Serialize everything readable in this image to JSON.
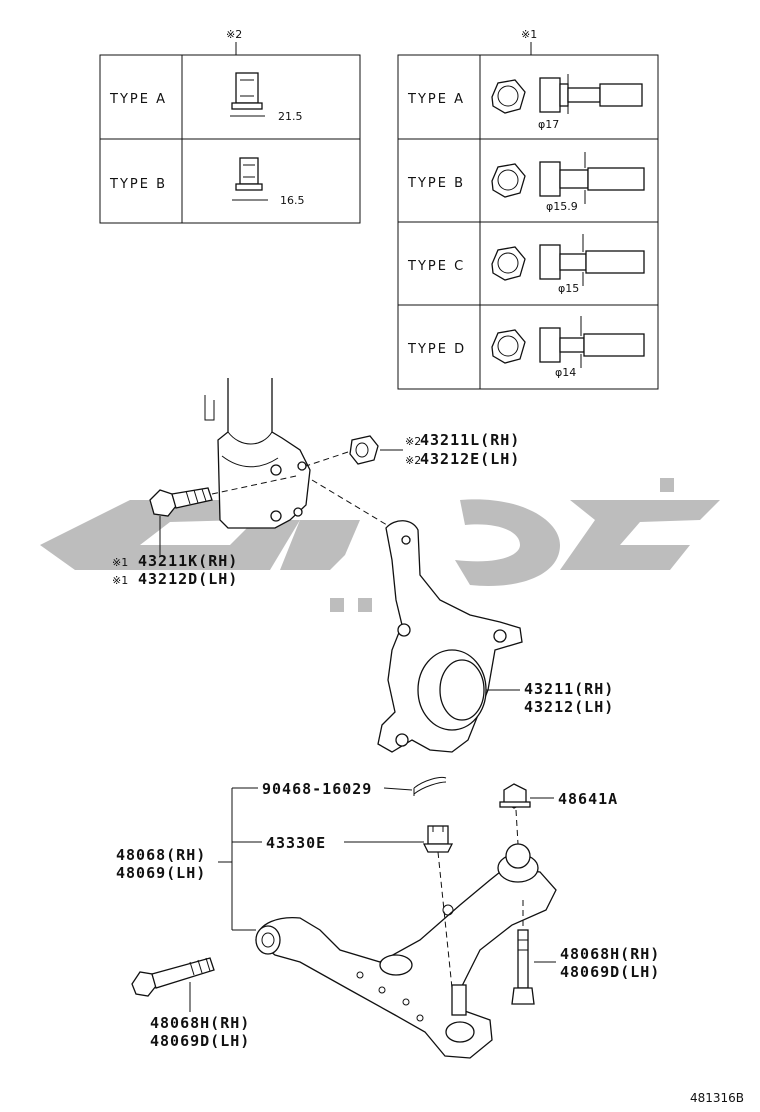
{
  "table_2": {
    "header": "※2",
    "rows": [
      {
        "type": "TYPE A",
        "dim": "21.5"
      },
      {
        "type": "TYPE B",
        "dim": "16.5"
      }
    ]
  },
  "table_1": {
    "header": "※1",
    "rows": [
      {
        "type": "TYPE A",
        "dim": "φ17"
      },
      {
        "type": "TYPE B",
        "dim": "φ15.9"
      },
      {
        "type": "TYPE C",
        "dim": "φ15"
      },
      {
        "type": "TYPE D",
        "dim": "φ14"
      }
    ]
  },
  "watermark": {
    "text": "",
    "color": "#bdbdbd"
  },
  "labels": {
    "nut_rh": "43211L(RH)",
    "nut_lh": "43212E(LH)",
    "nut_mark_rh": "※2",
    "nut_mark_lh": "※2",
    "bolt_rh": "43211K(RH)",
    "bolt_lh": "43212D(LH)",
    "bolt_mark_rh": "※1",
    "bolt_mark_lh": "※1",
    "knuckle_rh": "43211(RH)",
    "knuckle_lh": "43212(LH)",
    "cotter_pin": "90468-16029",
    "nut_43330e": "43330E",
    "nut_48641a": "48641A",
    "arm_rh": "48068(RH)",
    "arm_lh": "48069(LH)",
    "bolt_rear_rh": "48068H(RH)",
    "bolt_rear_lh": "48069D(LH)",
    "bolt_front_rh": "48068H(RH)",
    "bolt_front_lh": "48069D(LH)"
  },
  "figure_id": "481316B"
}
